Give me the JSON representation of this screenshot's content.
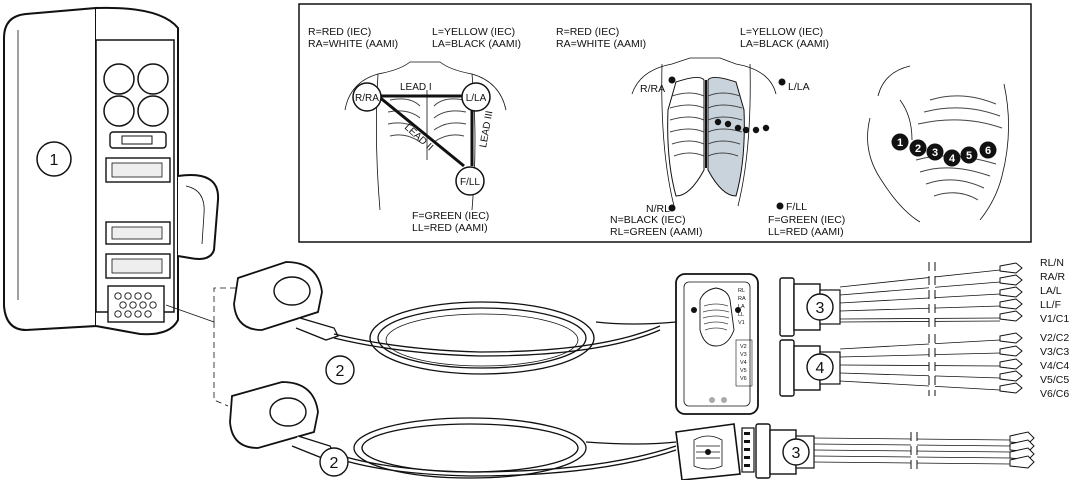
{
  "panel": {
    "limb_top": {
      "right_iec": "R=RED (IEC)",
      "right_aami": "RA=WHITE (AAMI)",
      "left_iec": "L=YELLOW (IEC)",
      "left_aami": "LA=BLACK (AAMI)",
      "foot_iec": "F=GREEN (IEC)",
      "foot_aami": "LL=RED (AAMI)"
    },
    "einthoven": {
      "ra": "R/RA",
      "la": "L/LA",
      "fl": "F/LL",
      "lead1": "LEAD I",
      "lead2": "LEAD II",
      "lead3": "LEAD III"
    },
    "chest_view": {
      "right_iec": "R=RED (IEC)",
      "right_aami": "RA=WHITE (AAMI)",
      "left_iec": "L=YELLOW (IEC)",
      "left_aami": "LA=BLACK (AAMI)",
      "ra": "R/RA",
      "la": "L/LA",
      "nrl": "N/RL",
      "fll": "F/LL",
      "n_iec": "N=BLACK (IEC)",
      "n_aami": "RL=GREEN (AAMI)",
      "f_iec": "F=GREEN (IEC)",
      "f_aami": "LL=RED (AAMI)"
    },
    "precordial": [
      "1",
      "2",
      "3",
      "4",
      "5",
      "6"
    ]
  },
  "callouts": {
    "monitor": "1",
    "cable_upper": "2",
    "cable_lower": "2",
    "lead_set_limb": "3",
    "lead_set_chest": "4",
    "lead_set_lower": "3"
  },
  "lead_names": {
    "group1": [
      "RL/N",
      "RA/R",
      "LA/L",
      "LL/F",
      "V1/C1"
    ],
    "group2": [
      "V2/C2",
      "V3/C3",
      "V4/C4",
      "V5/C5",
      "V6/C6"
    ]
  },
  "trunk_card": {
    "upper": [
      "RL",
      "RA",
      "LA",
      "LL",
      "V1"
    ],
    "lower": [
      "V2",
      "V3",
      "V4",
      "V5",
      "V6"
    ]
  },
  "colors": {
    "ink": "#111111",
    "electrode": "#111111",
    "rib_fill": "#c9d3dc",
    "highlight": "#8fa0b0"
  }
}
